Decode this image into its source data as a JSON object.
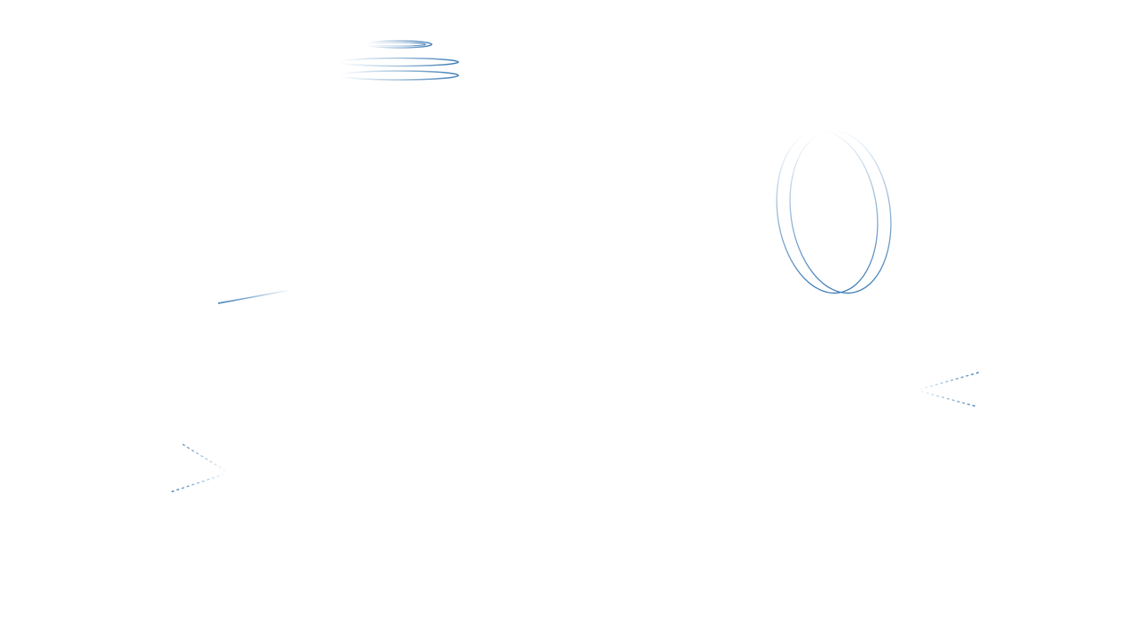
{
  "page": {
    "background_color": "#ffffff",
    "stroke_color": "#3a7ab5",
    "decorations": [
      {
        "name": "helix-rings",
        "kind": "stacked-ellipses-with-axis"
      },
      {
        "name": "double-ring",
        "kind": "two-overlapping-tilted-ellipses"
      },
      {
        "name": "gradient-stroke",
        "kind": "line"
      },
      {
        "name": "chevron-left-dashed",
        "kind": "dashed-chevron",
        "direction": "left"
      },
      {
        "name": "chevron-right-dashed",
        "kind": "dashed-chevron",
        "direction": "right"
      }
    ]
  }
}
